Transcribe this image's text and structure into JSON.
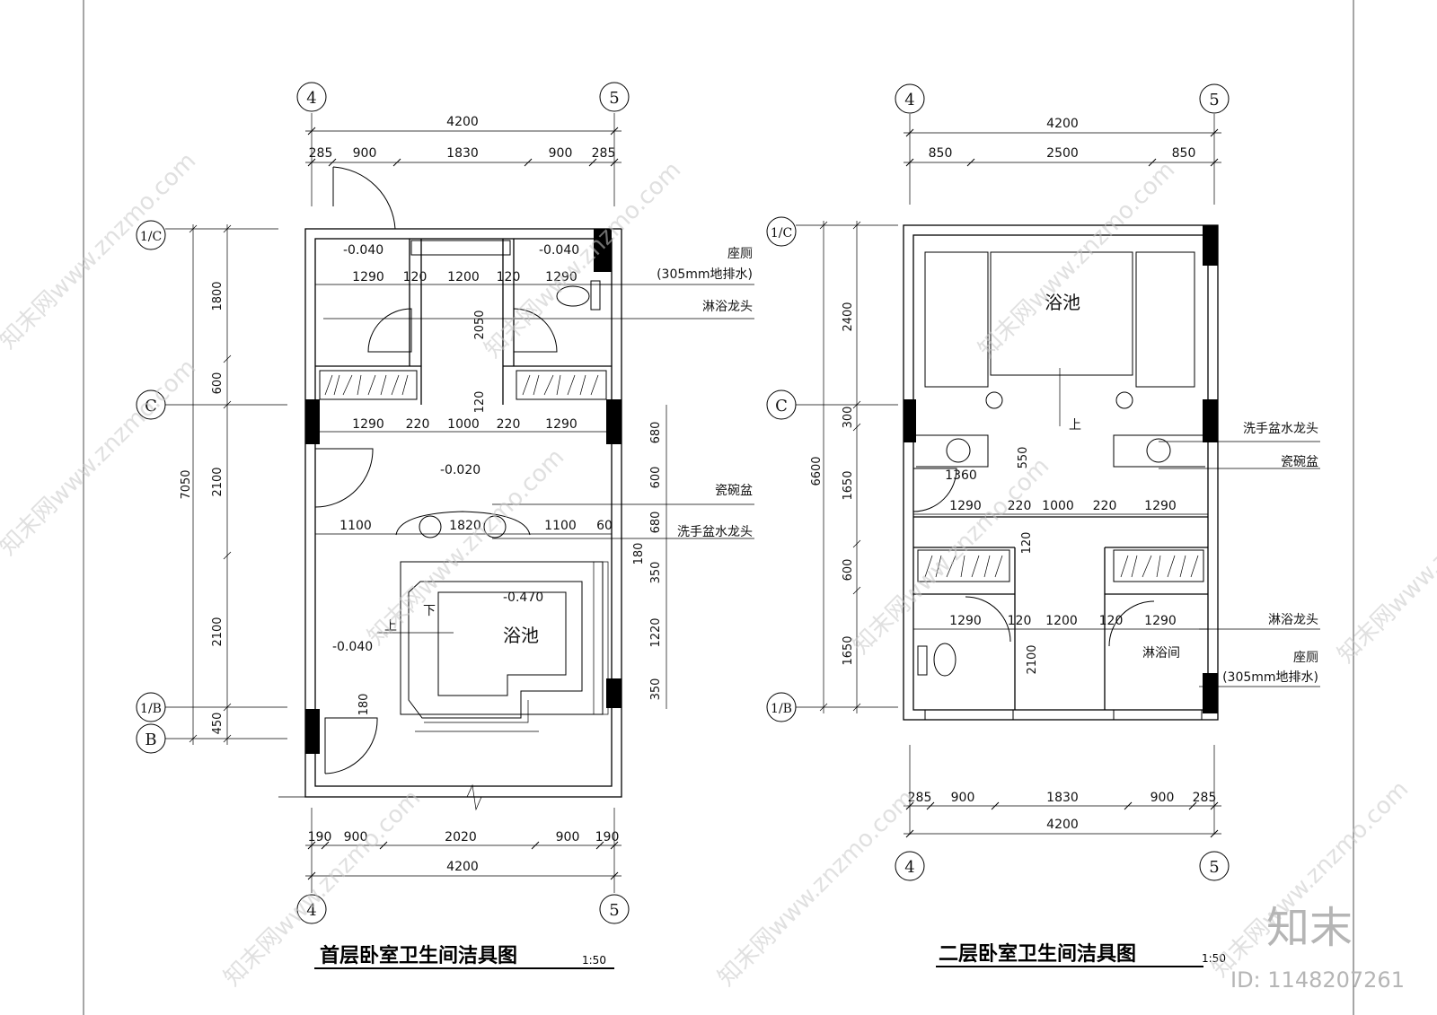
{
  "left_plan": {
    "title": "首层卧室卫生间洁具图",
    "scale": "1:50",
    "axis_top_left": "4",
    "axis_top_right": "5",
    "axis_bottom_left": "4",
    "axis_bottom_right": "5",
    "axis_rows": [
      "1/C",
      "C",
      "1/B",
      "B"
    ],
    "top_total": "4200",
    "top_dims": [
      "285",
      "900",
      "1830",
      "900",
      "285"
    ],
    "bottom_dims": [
      "190",
      "900",
      "2020",
      "900",
      "190"
    ],
    "bottom_total": "4200",
    "left_total": "7050",
    "left_dims": [
      "1800",
      "600",
      "2100",
      "2100",
      "450"
    ],
    "right_dims": [
      "680",
      "600",
      "680",
      "180",
      "350",
      "1220",
      "350"
    ],
    "inner_row1": [
      "1290",
      "120",
      "1200",
      "120",
      "1290"
    ],
    "inner_row2": [
      "1290",
      "220",
      "1000",
      "220",
      "1290"
    ],
    "inner_row3": [
      "1100",
      "1820",
      "1100",
      "60"
    ],
    "inner_vertical": [
      "2050",
      "120",
      "180"
    ],
    "levels": [
      "-0.040",
      "-0.040",
      "-0.020",
      "-0.470",
      "-0.040"
    ],
    "room_label": "浴池",
    "stair_up": "上",
    "stair_down": "下",
    "callouts": [
      "座厕",
      "(305mm地排水)",
      "淋浴龙头",
      "瓷碗盆",
      "洗手盆水龙头"
    ]
  },
  "right_plan": {
    "title": "二层卧室卫生间洁具图",
    "scale": "1:50",
    "axis_top_left": "4",
    "axis_top_right": "5",
    "axis_bottom_left": "4",
    "axis_bottom_right": "5",
    "axis_rows": [
      "1/C",
      "C",
      "1/B"
    ],
    "top_total": "4200",
    "top_dims": [
      "850",
      "2500",
      "850"
    ],
    "bottom_dims": [
      "285",
      "900",
      "1830",
      "900",
      "285"
    ],
    "bottom_total": "4200",
    "left_total": "6600",
    "left_dims": [
      "2400",
      "300",
      "1650",
      "600",
      "1650"
    ],
    "inner_row1": [
      "1290",
      "220",
      "1000",
      "220",
      "1290"
    ],
    "inner_row2": [
      "1290",
      "120",
      "1200",
      "120",
      "1290"
    ],
    "inner_misc": [
      "550",
      "1360",
      "120",
      "2100"
    ],
    "room_label": "浴池",
    "shower_room": "淋浴间",
    "stair_up": "上",
    "callouts": [
      "洗手盆水龙头",
      "瓷碗盆",
      "淋浴龙头",
      "座厕",
      "(305mm地排水)"
    ]
  },
  "watermark": {
    "text": "知末网www.znzmo.com",
    "logo": "知末",
    "id": "ID: 1148207261"
  }
}
